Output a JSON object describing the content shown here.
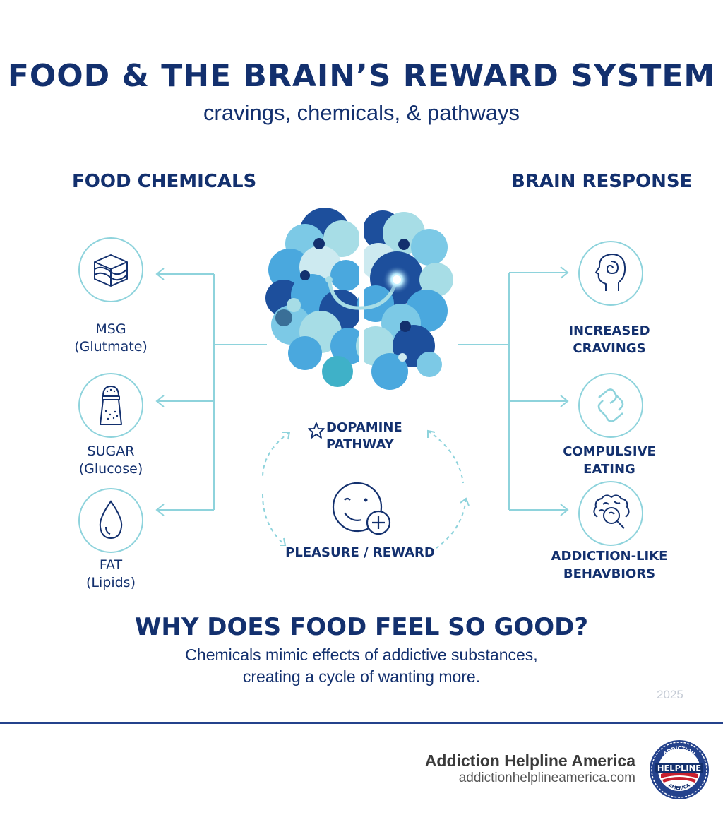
{
  "header": {
    "title": "FOOD & THE BRAIN’S REWARD SYSTEM",
    "subtitle": "cravings, chemicals, & pathways"
  },
  "left_column": {
    "heading": "FOOD CHEMICALS",
    "items": [
      {
        "name": "MSG",
        "detail": "(Glutmate)",
        "icon": "cube-icon"
      },
      {
        "name": "SUGAR",
        "detail": "(Glucose)",
        "icon": "salt-shaker-icon"
      },
      {
        "name": "FAT",
        "detail": "(Lipids)",
        "icon": "droplet-icon"
      }
    ]
  },
  "right_column": {
    "heading": "BRAIN RESPONSE",
    "items": [
      {
        "line1": "INCREASED",
        "line2": "CRAVINGS",
        "icon": "head-spiral-icon"
      },
      {
        "line1": "COMPULSIVE",
        "line2": "EATING",
        "icon": "chain-link-icon"
      },
      {
        "line1": "ADDICTION-LIKE",
        "line2": "BEHAVBIORS",
        "icon": "brain-magnifier-icon"
      }
    ]
  },
  "center": {
    "dopamine_line1": "DOPAMINE",
    "dopamine_line2": "PATHWAY",
    "reward_label": "PLEASURE / REWARD",
    "icons": [
      "brain-icon",
      "star-icon",
      "smiley-plus-icon"
    ]
  },
  "footer": {
    "question": "WHY DOES FOOD FEEL SO GOOD?",
    "line1": "Chemicals mimic effects of addictive substances,",
    "line2": "creating a cycle of wanting more.",
    "year": "2025",
    "org_name": "Addiction Helpline America",
    "org_url": "addictionhelplineamerica.com",
    "badge_text_top": "ADDICTION",
    "badge_text_main": "HELPLINE",
    "badge_text_bottom": "AMERICA"
  },
  "colors": {
    "navy": "#13306e",
    "teal_line": "#8ed3dc",
    "brain_light": "#a7dde6",
    "brain_mid": "#4aa8de",
    "brain_dark": "#1d4f9c"
  }
}
